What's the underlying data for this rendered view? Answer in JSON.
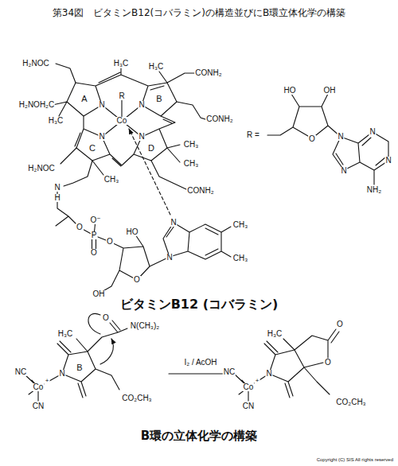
{
  "diagram": {
    "title": "第34図　ビタミンB12(コバラミン)の構造並びにB環立体化学の構築",
    "labels": [
      "H₂NOC",
      "H₃C",
      "H₃C",
      "CONH₂",
      "CONH₂",
      "H₂NOH₂C",
      "A",
      "R",
      "B",
      "N",
      "N",
      "Co",
      "N",
      "N",
      "H₃C",
      "H₂NOC",
      "C",
      "D",
      "CH₃",
      "CH₃",
      "CH₃",
      "CONH₂",
      "N",
      "H",
      "O",
      "P",
      "O⁻",
      "O",
      "O",
      "HO",
      "O",
      "OH",
      "N",
      "N",
      "CH₃",
      "CH₃",
      "R =",
      "HO",
      "OH",
      "O",
      "N",
      "N",
      "N",
      "N",
      "NH₂",
      "ビタミンB12 (コバラミン)",
      "H₃C",
      "O",
      "N(CH₃)₂",
      "B",
      "N",
      "NC",
      "Co",
      "+",
      "CN",
      "CO₂CH₃",
      "I₂ / AcOH",
      "H₃C",
      "O",
      "O",
      "N",
      "NC",
      "Co",
      "+",
      "CN",
      "CO₂CH₃",
      "B環の立体化学の構築",
      "Copyright (C) SIS All rights reserved"
    ]
  }
}
